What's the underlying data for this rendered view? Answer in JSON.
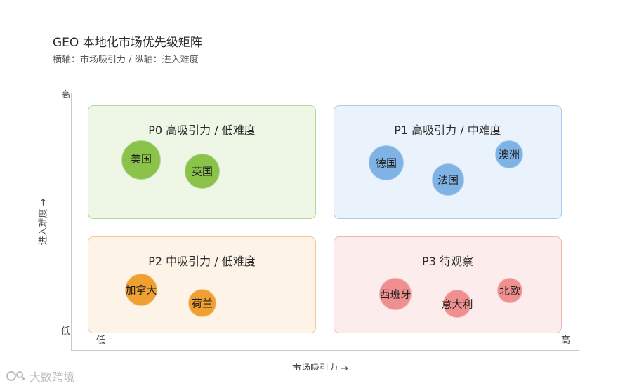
{
  "title": "GEO 本地化市场优先级矩阵",
  "subtitle": "横轴：市场吸引力 / 纵轴：进入难度",
  "axes": {
    "y_title": "进入难度 →",
    "x_title": "市场吸引力 →",
    "y_high": "高",
    "y_low": "低",
    "x_low": "低",
    "x_high": "高"
  },
  "colors": {
    "green_fill": "#eef6e6",
    "green_border": "#b5d69a",
    "green_bubble": "#8bc34a",
    "blue_fill": "#eaf3fc",
    "blue_border": "#a9cdef",
    "blue_bubble": "#7fb2e5",
    "orange_fill": "#fdf3e6",
    "orange_border": "#efc99a",
    "orange_bubble": "#f0a030",
    "red_fill": "#fcecec",
    "red_border": "#efb5b5",
    "red_bubble": "#ef8f8f"
  },
  "quadrants": [
    {
      "label": "P0 高吸引力 / 低难度",
      "color": "green",
      "markets": [
        {
          "name": "美国",
          "size": "large"
        },
        {
          "name": "英国",
          "size": "medium"
        }
      ]
    },
    {
      "label": "P1 高吸引力 / 中难度",
      "color": "blue",
      "markets": [
        {
          "name": "德国",
          "size": "medium"
        },
        {
          "name": "法国",
          "size": "medium"
        },
        {
          "name": "澳洲",
          "size": "small"
        }
      ]
    },
    {
      "label": "P2 中吸引力 / 低难度",
      "color": "orange",
      "markets": [
        {
          "name": "加拿大",
          "size": "medium"
        },
        {
          "name": "荷兰",
          "size": "small"
        }
      ]
    },
    {
      "label": "P3 待观察",
      "color": "red",
      "markets": [
        {
          "name": "西班牙",
          "size": "medium"
        },
        {
          "name": "意大利",
          "size": "small"
        },
        {
          "name": "北欧",
          "size": "small"
        }
      ]
    }
  ],
  "watermark": "大数跨境"
}
